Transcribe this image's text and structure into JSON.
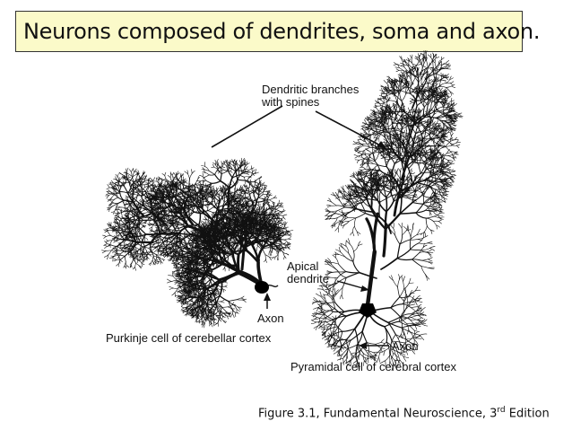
{
  "title": "Neurons composed of dendrites, soma and axon.",
  "labels": {
    "dendritic_line1": "Dendritic branches",
    "dendritic_line2": "with spines",
    "apical_line1": "Apical",
    "apical_line2": "dendrite",
    "axon_left": "Axon",
    "axon_right": "Axon",
    "purkinje": "Purkinje cell of cerebellar cortex",
    "pyramidal": "Pyramidal cell of cerebral cortex"
  },
  "caption": {
    "prefix": "Figure 3.1, Fundamental Neuroscience, 3",
    "sup": "rd",
    "suffix": " Edition"
  }
}
